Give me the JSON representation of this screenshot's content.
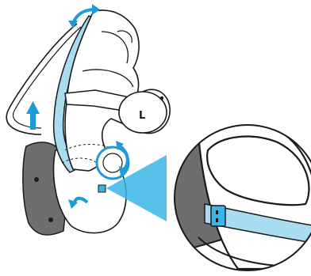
{
  "side_label": "L",
  "colors": {
    "outline": "#1a1a1a",
    "accent_blue": "#1e9bd7",
    "strap_light_blue": "#a9dcf0",
    "cushion_gray": "#6e6e6e",
    "highlight_blue": "#39b5e8"
  },
  "icons": [
    "rotate-top-arrow",
    "up-arrow",
    "rotate-arrow-right",
    "rotate-arrow-left",
    "callout-zoom"
  ]
}
